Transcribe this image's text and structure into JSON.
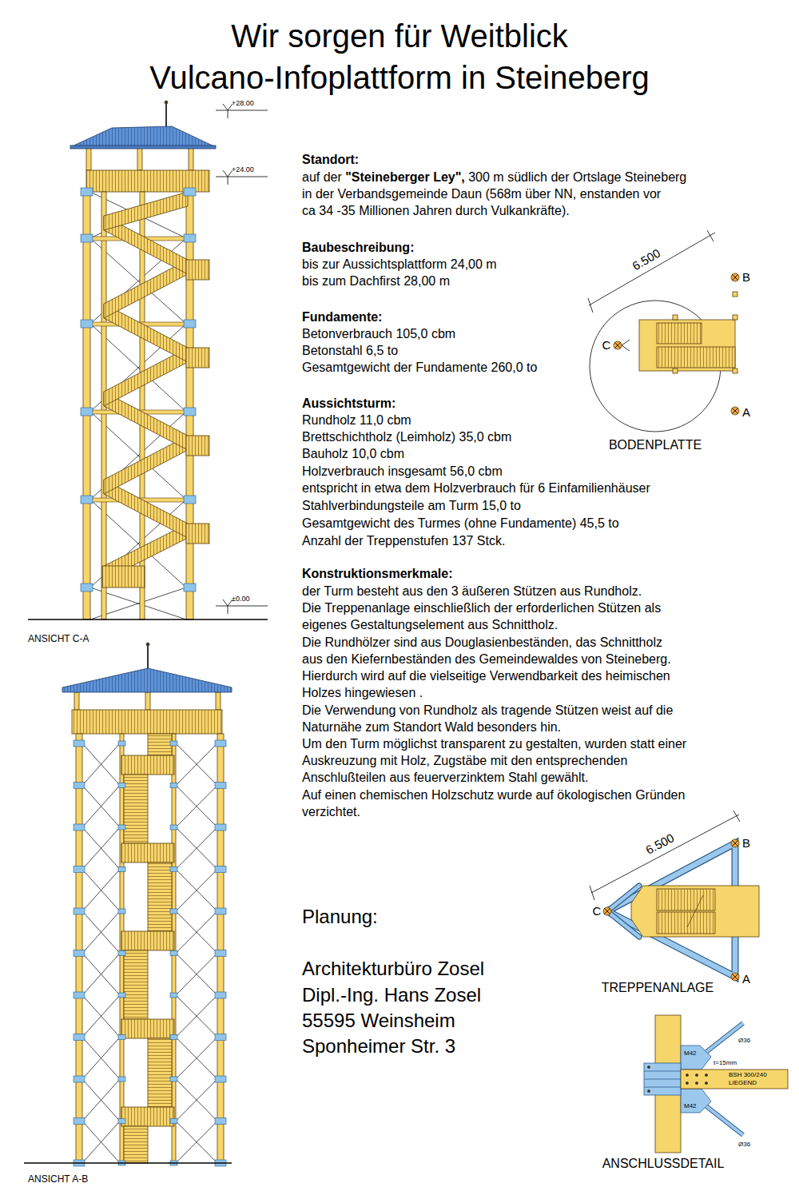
{
  "diagram": {
    "title": "Wir sorgen für Weitblick",
    "labels": [
      "Vulcano-Infoplattform in Steineberg",
      "Standort:",
      "auf der",
      "\"Steineberger Ley\",",
      "300 m südlich der Ortslage Steineberg",
      "in der Verbandsgemeinde Daun (568m über NN, enstanden vor",
      "ca 34 -35 Millionen Jahren durch Vulkankräfte).",
      "Baubeschreibung:",
      "bis zur Aussichtsplattform 24,00 m",
      "bis zum Dachfirst 28,00 m",
      "Fundamente:",
      "Betonverbrauch 105,0 cbm",
      "Betonstahl 6,5 to",
      "Gesamtgewicht der Fundamente 260,0 to",
      "Aussichtsturm:",
      "Rundholz 11,0 cbm",
      "Brettschichtholz (Leimholz) 35,0 cbm",
      "Bauholz 10,0 cbm",
      "Holzverbrauch insgesamt 56,0 cbm",
      "entspricht in etwa dem Holzverbrauch für 6 Einfamilienhäuser",
      "Stahlverbindungsteile am Turm 15,0 to",
      "Gesamtgewicht des Turmes (ohne Fundamente) 45,5 to",
      "Anzahl der Treppenstufen 137 Stck.",
      "Konstruktionsmerkmale:",
      "der Turm besteht aus den 3 äußeren Stützen aus Rundholz.",
      "Die Treppenanlage einschließlich der erforderlichen Stützen als",
      "eigenes Gestaltungselement aus Schnittholz.",
      "Die Rundhölzer sind aus Douglasienbeständen, das Schnittholz",
      "aus den Kiefernbeständen des Gemeindewaldes von Steineberg.",
      "Hierdurch wird auf die vielseitige Verwendbarkeit des heimischen",
      "Holzes hingewiesen .",
      "Die Verwendung von Rundholz als tragende Stützen weist auf die",
      "Naturnähe zum Standort Wald besonders hin.",
      "Um den Turm möglichst transparent zu gestalten, wurden statt einer",
      "Auskreuzung mit Holz, Zugstäbe mit den entsprechenden",
      "Anschlußteilen aus feuerverzinktem Stahl gewählt.",
      "Auf einen chemischen Holzschutz wurde auf ökologischen Gründen",
      "verzichtet.",
      "Planung:",
      "Architekturbüro Zosel",
      "Dipl.-Ing. Hans Zosel",
      "55595 Weinsheim",
      "Sponheimer Str. 3",
      "+28.00",
      "+24.00",
      "±0.00",
      "ANSICHT C-A",
      "ANSICHT A-B",
      "6.500",
      "B",
      "C",
      "A",
      "BODENPLATTE",
      "6.500",
      "B",
      "C",
      "A",
      "TREPPENANLAGE",
      "Ø36",
      "M42",
      "t=15mm",
      "BSH 300/240",
      "LIEGEND",
      "M42",
      "Ø36",
      "ANSCHLUSSDETAIL"
    ]
  }
}
